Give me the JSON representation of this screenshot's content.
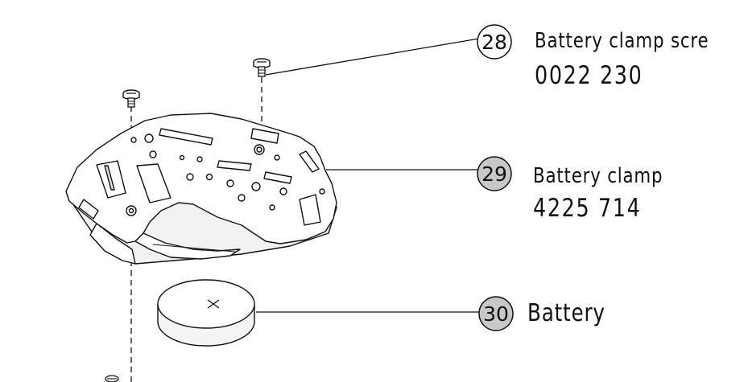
{
  "colors": {
    "line": "#111111",
    "bubble_plain": "#ffffff",
    "bubble_shaded": "#c8c8c8",
    "background": "#ffffff"
  },
  "callouts": [
    {
      "number": "28",
      "label": "Battery clamp scre",
      "part_number": "0022 230",
      "shaded": false
    },
    {
      "number": "29",
      "label": "Battery clamp",
      "part_number": "4225 714",
      "shaded": true
    },
    {
      "number": "30",
      "label": "Battery",
      "part_number": "",
      "shaded": true
    }
  ]
}
